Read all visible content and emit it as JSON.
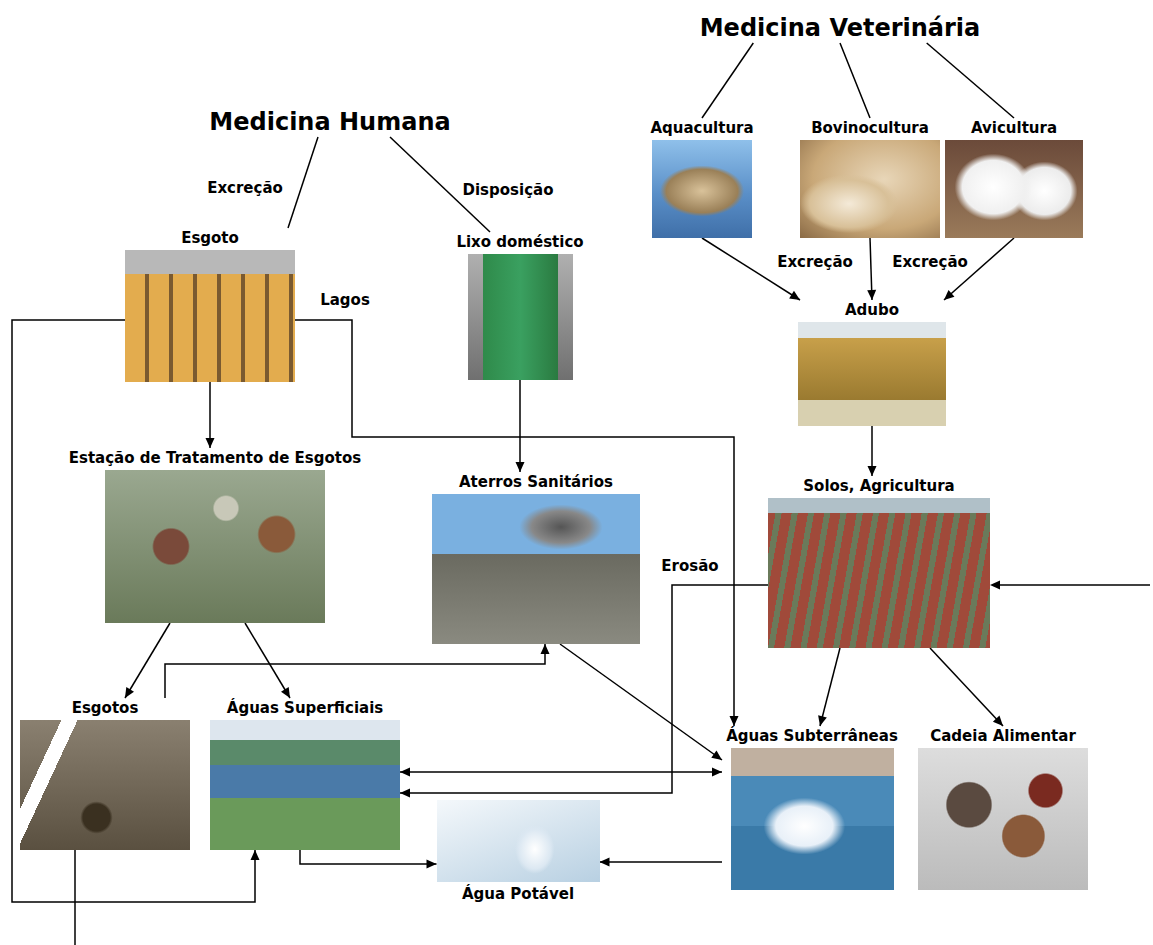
{
  "diagram": {
    "nodes": [
      {
        "text": [
          "Medicina Veterinária"
        ]
      },
      {
        "text": [
          "Medicina Humana"
        ]
      },
      {
        "text": [
          "Aquacultura"
        ]
      },
      {
        "text": [
          "Bovinocultura"
        ]
      },
      {
        "text": [
          "Avicultura"
        ]
      },
      {
        "text": [
          "Esgoto"
        ]
      },
      {
        "text": [
          "Lixo doméstico"
        ]
      },
      {
        "text": [
          "Adubo"
        ]
      },
      {
        "text": [
          "Estação de Tratamento de Esgotos"
        ]
      },
      {
        "text": [
          "Aterros Sanitários"
        ]
      },
      {
        "text": [
          "Solos, Agricultura"
        ]
      },
      {
        "text": [
          "Esgotos"
        ]
      },
      {
        "text": [
          "Águas Superficiais"
        ]
      },
      {
        "text": [
          "Águas Subterrâneas"
        ]
      },
      {
        "text": [
          "Cadeia Alimentar"
        ]
      },
      {
        "text": [
          "Água Potável"
        ]
      }
    ],
    "edges": [
      {
        "from": 1,
        "to": 5,
        "arrow": "none",
        "label": "Excreção"
      },
      {
        "from": 1,
        "to": 6,
        "arrow": "none",
        "label": "Disposição"
      },
      {
        "from": 0,
        "to": 2,
        "arrow": "none"
      },
      {
        "from": 0,
        "to": 3,
        "arrow": "none"
      },
      {
        "from": 0,
        "to": 4,
        "arrow": "none"
      },
      {
        "from": 2,
        "to": 7,
        "arrow": "to",
        "label": "Excreção"
      },
      {
        "from": 3,
        "to": 7,
        "arrow": "to"
      },
      {
        "from": 4,
        "to": 7,
        "arrow": "to",
        "label": "Excreção"
      },
      {
        "from": 7,
        "to": 10,
        "arrow": "to"
      },
      {
        "from": 5,
        "to": 8,
        "arrow": "to"
      },
      {
        "from": 5,
        "to": 13,
        "arrow": "to",
        "label": "Lagos"
      },
      {
        "from": 5,
        "to": 12,
        "arrow": "to"
      },
      {
        "from": 6,
        "to": 9,
        "arrow": "to"
      },
      {
        "from": 8,
        "to": 11,
        "arrow": "to"
      },
      {
        "from": 8,
        "to": 12,
        "arrow": "to"
      },
      {
        "from": 11,
        "to": 9,
        "arrow": "to"
      },
      {
        "from": 9,
        "to": 13,
        "arrow": "to"
      },
      {
        "from": 10,
        "to": 12,
        "arrow": "to",
        "label": "Erosão"
      },
      {
        "from": 10,
        "to": 13,
        "arrow": "to"
      },
      {
        "from": 10,
        "to": 14,
        "arrow": "to"
      },
      {
        "from": 12,
        "to": 13,
        "arrow": "both"
      },
      {
        "from": 12,
        "to": 15,
        "arrow": "to"
      },
      {
        "from": 13,
        "to": 15,
        "arrow": "to"
      }
    ]
  }
}
